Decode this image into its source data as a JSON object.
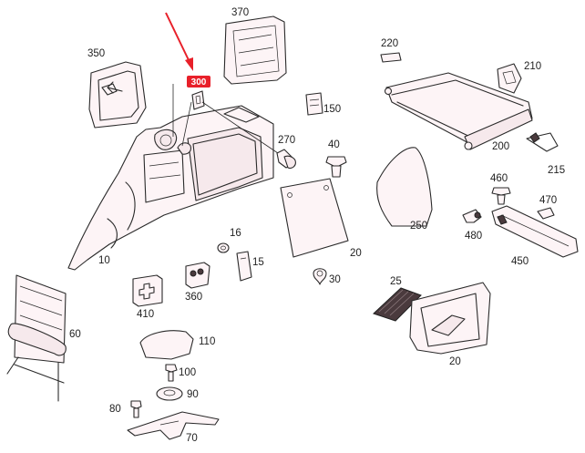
{
  "labels": {
    "l10": "10",
    "l15": "15",
    "l16": "16",
    "l20a": "20",
    "l20b": "20",
    "l25": "25",
    "l30": "30",
    "l40": "40",
    "l60": "60",
    "l70": "70",
    "l80": "80",
    "l90": "90",
    "l100": "100",
    "l110": "110",
    "l150": "150",
    "l200": "200",
    "l210": "210",
    "l215": "215",
    "l220": "220",
    "l250": "250",
    "l270": "270",
    "l350": "350",
    "l360": "360",
    "l370": "370",
    "l410": "410",
    "l450": "450",
    "l460": "460",
    "l470": "470",
    "l480": "480"
  },
  "highlight": {
    "badge": "300"
  },
  "colors": {
    "accent": "#e8202a",
    "ink": "#2a2a2a",
    "fill": "#fdf4f6"
  }
}
